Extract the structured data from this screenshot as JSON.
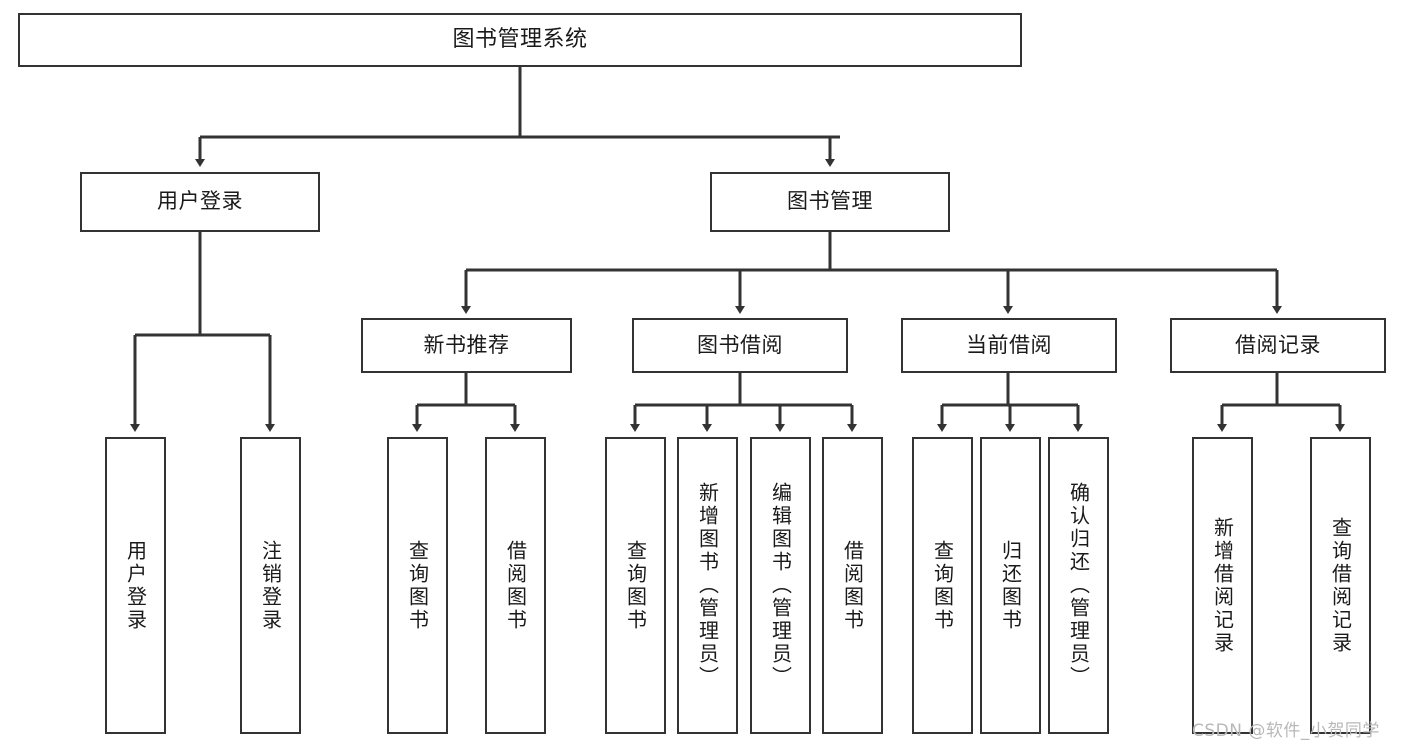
{
  "diagram": {
    "title": "图书管理系统",
    "type": "tree-hierarchy-diagram",
    "root": {
      "label": "图书管理系统"
    },
    "level2": [
      {
        "label": "用户登录"
      },
      {
        "label": "图书管理"
      }
    ],
    "level3": [
      {
        "label": "新书推荐"
      },
      {
        "label": "图书借阅"
      },
      {
        "label": "当前借阅"
      },
      {
        "label": "借阅记录"
      }
    ],
    "leaves_login": [
      {
        "label": "用户登录"
      },
      {
        "label": "注销登录"
      }
    ],
    "leaves_newbook": [
      {
        "label": "查询图书"
      },
      {
        "label": "借阅图书"
      }
    ],
    "leaves_borrow": [
      {
        "label": "查询图书"
      },
      {
        "label": "新增图书（管理员）"
      },
      {
        "label": "编辑图书（管理员）"
      },
      {
        "label": "借阅图书"
      }
    ],
    "leaves_current": [
      {
        "label": "查询图书"
      },
      {
        "label": "归还图书"
      },
      {
        "label": "确认归还（管理员）"
      }
    ],
    "leaves_record": [
      {
        "label": "新增借阅记录"
      },
      {
        "label": "查询借阅记录"
      }
    ]
  },
  "watermark": {
    "text": "CSDN @软件_小贺同学"
  },
  "colors": {
    "stroke": "#333333",
    "fill": "#ffffff",
    "text": "#1a1a1a",
    "watermark": "#b8b8b8"
  }
}
